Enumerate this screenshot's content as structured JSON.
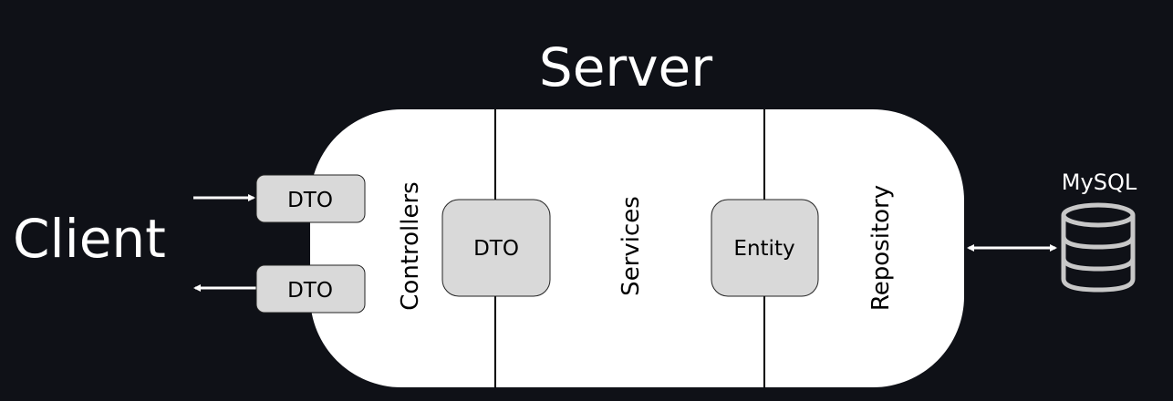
{
  "title": "Server",
  "client_label": "Client",
  "layers": [
    {
      "label": "Controllers"
    },
    {
      "label": "Services"
    },
    {
      "label": "Repository"
    }
  ],
  "request_dto": "DTO",
  "response_dto": "DTO",
  "controller_service_object": "DTO",
  "service_repository_object": "Entity",
  "database": {
    "label": "MySQL",
    "icon": "database-icon"
  },
  "colors": {
    "background": "#0f1117",
    "server": "#ffffff",
    "box": "#d9d9d9",
    "icon": "#c8c8c8"
  }
}
